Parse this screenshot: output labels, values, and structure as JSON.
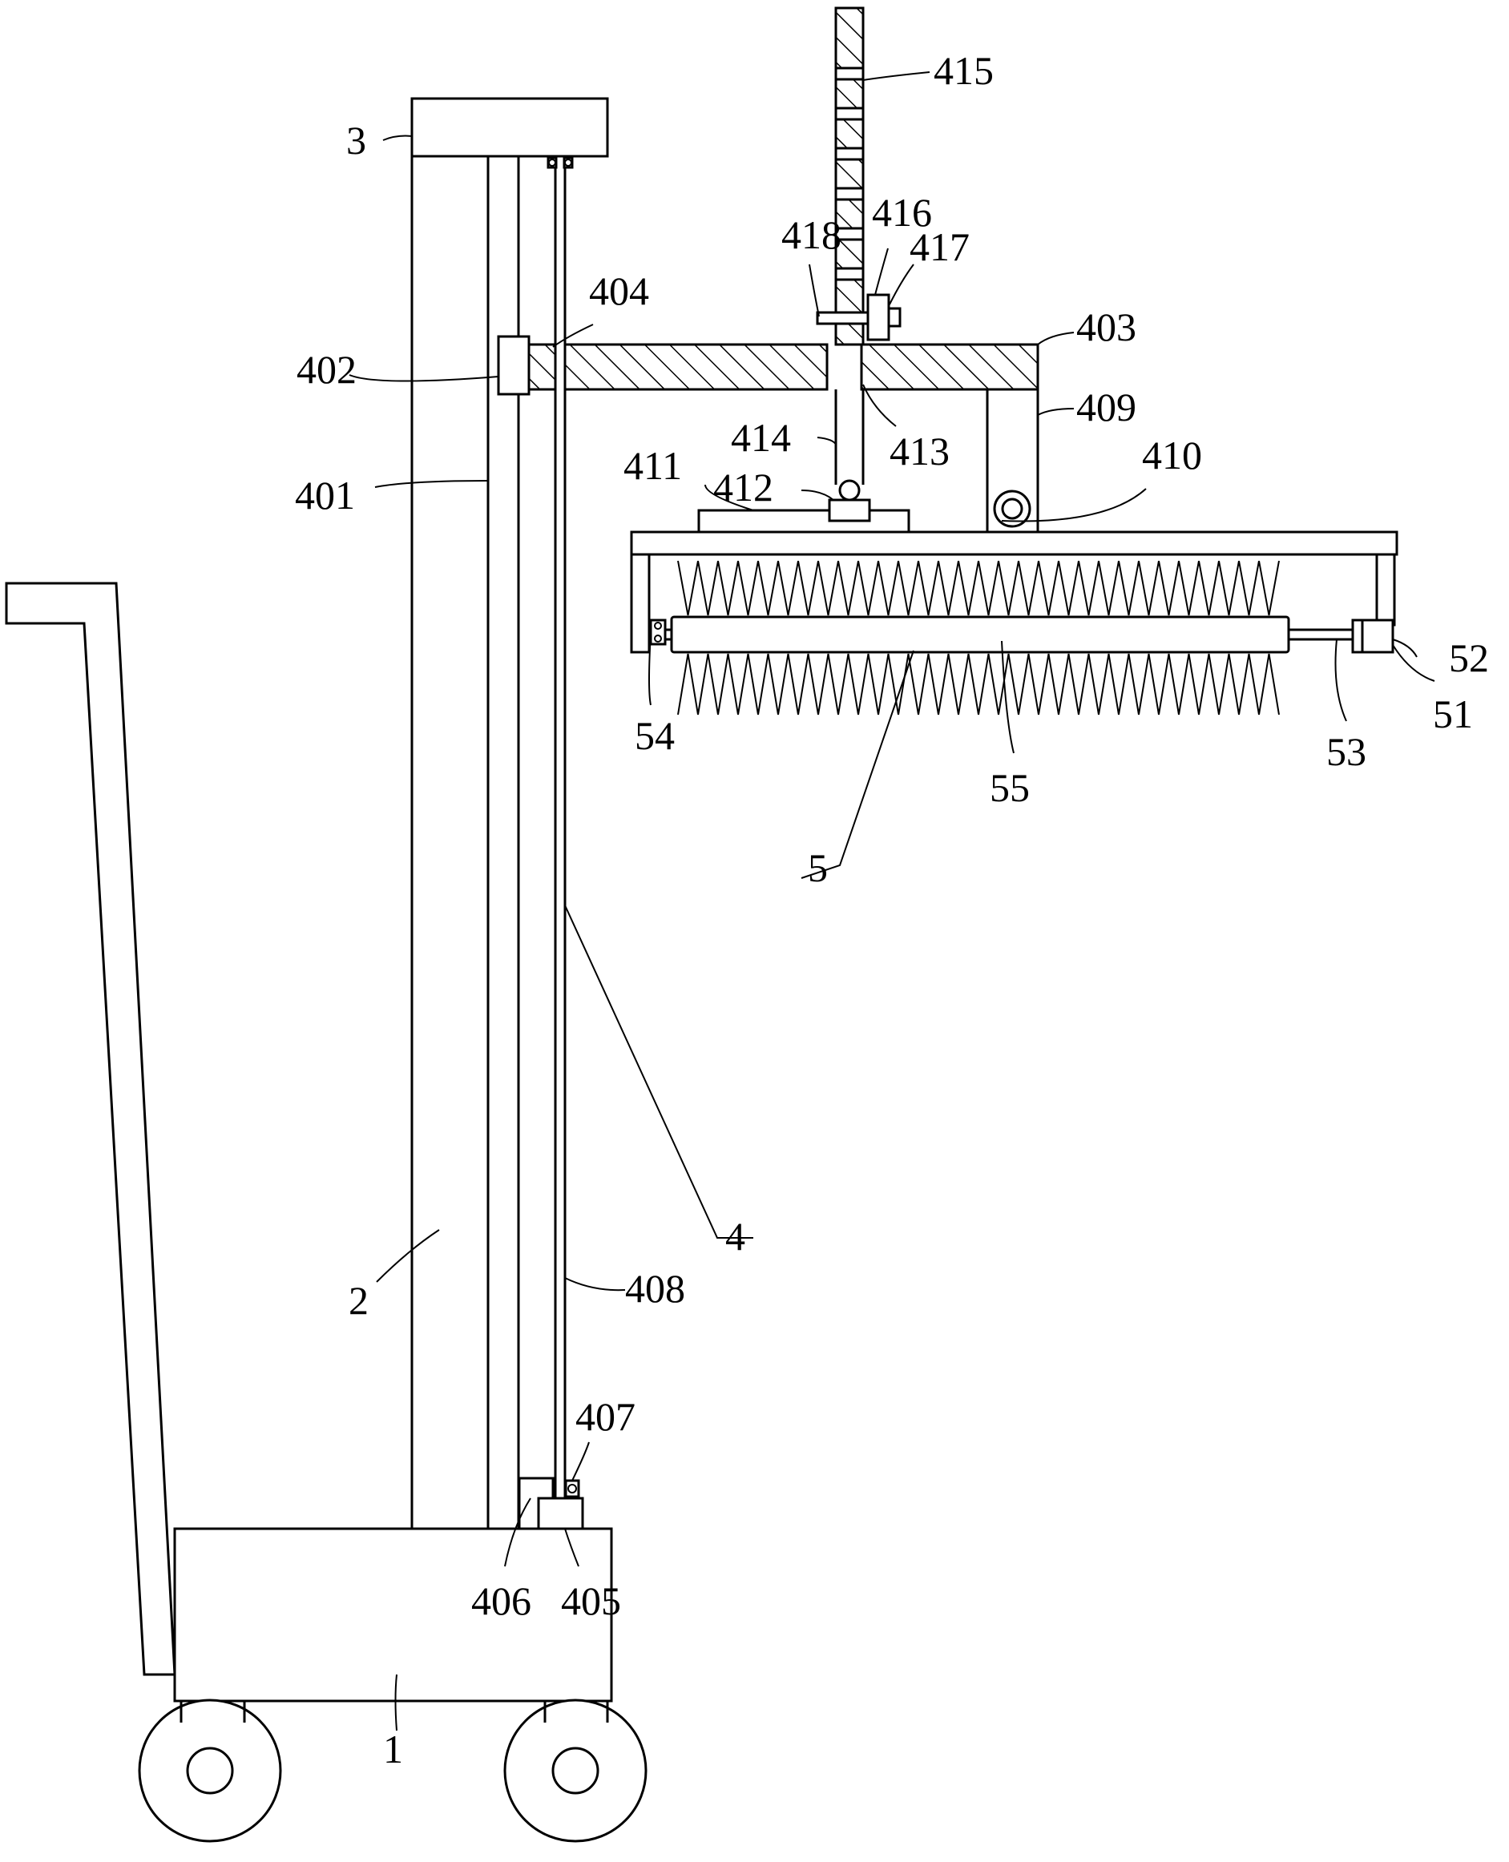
{
  "labels": {
    "l1": "1",
    "l2": "2",
    "l3": "3",
    "l4": "4",
    "l5": "5",
    "l51": "51",
    "l52": "52",
    "l53": "53",
    "l54": "54",
    "l55": "55",
    "l401": "401",
    "l402": "402",
    "l403": "403",
    "l404": "404",
    "l405": "405",
    "l406": "406",
    "l407": "407",
    "l408": "408",
    "l409": "409",
    "l410": "410",
    "l411": "411",
    "l412": "412",
    "l413": "413",
    "l414": "414",
    "l415": "415",
    "l416": "416",
    "l417": "417",
    "l418": "418"
  }
}
